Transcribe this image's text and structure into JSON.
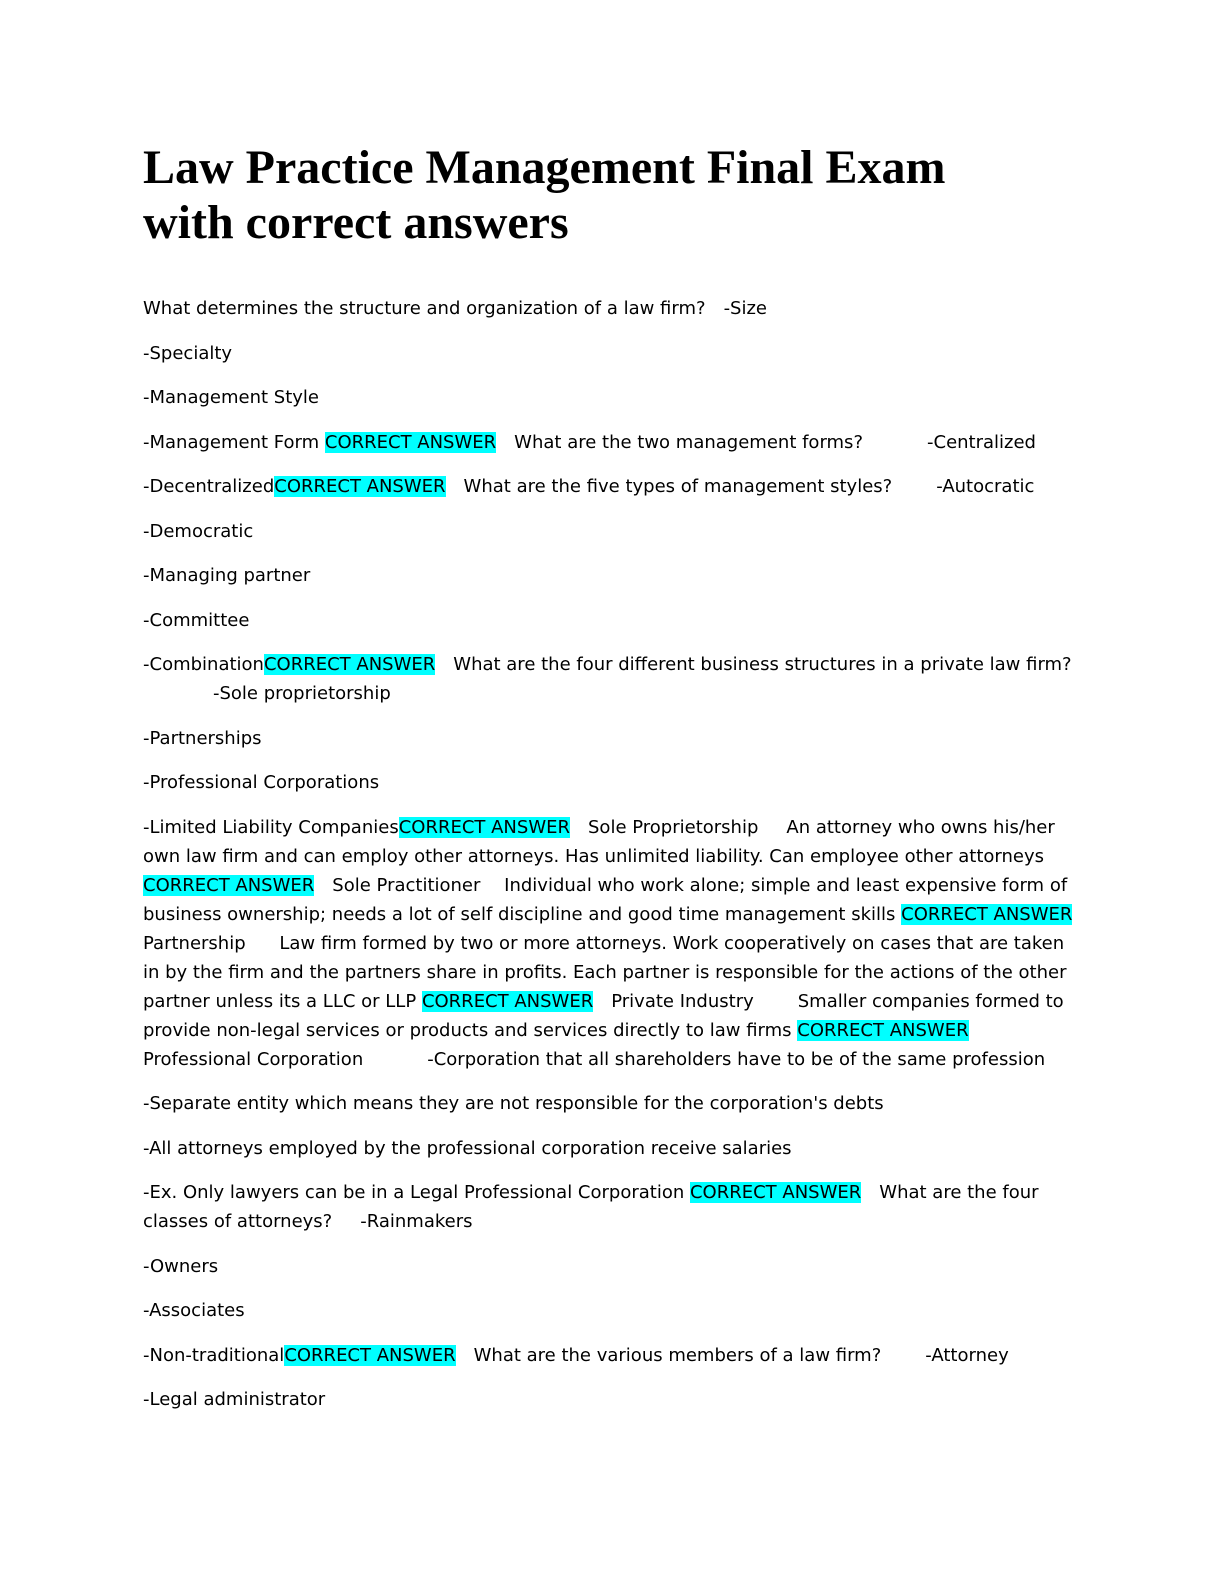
{
  "title": {
    "line1": "Law Practice Management Final Exam",
    "line2": "with correct answers"
  },
  "marker": "CORRECT ANSWER",
  "paras": {
    "p1_q": "What determines the structure and organization of a law firm?",
    "p1_a": "-Size",
    "p2": "-Specialty",
    "p3": "-Management Style",
    "p4_a": "-Management Form",
    "p4_q": "What are the two management forms?",
    "p4_b": "-Centralized",
    "p5_a": "-Decentralized",
    "p5_q": "What are the five types of management styles?",
    "p5_b": "-Autocratic",
    "p6": "-Democratic",
    "p7": "-Managing partner",
    "p8": "-Committee",
    "p9_a": "-Combination",
    "p9_q": "What are the four different business structures in a private law firm?",
    "p9_b": "-Sole proprietorship",
    "p10": "-Partnerships",
    "p11": "-Professional Corporations",
    "p12_a": "-Limited Liability Companies",
    "p12_t1": "Sole Proprietorship",
    "p12_d1": "An attorney who owns his/her own law firm and can employ other attorneys. Has unlimited liability. Can employee other attorneys",
    "p12_t2": "Sole Practitioner",
    "p12_d2": "Individual who work alone; simple and least expensive form of business ownership; needs a lot of self discipline and good time management skills",
    "p12_t3": "Partnership",
    "p12_d3": "Law firm formed by two or more attorneys. Work cooperatively on cases that are taken in by the firm and the partners share in profits. Each partner is responsible for the actions of the other partner unless its a LLC or LLP",
    "p12_t4": "Private Industry",
    "p12_d4": "Smaller companies formed to provide non-legal services or products and services directly to law firms",
    "p12_t5": "Professional Corporation",
    "p12_d5": "-Corporation that all shareholders have to be of the same profession",
    "p13": "-Separate entity which means they are not responsible for the corporation's debts",
    "p14": "-All attorneys employed by the professional corporation receive salaries",
    "p15_a": "-Ex. Only lawyers can be in a Legal Professional Corporation",
    "p15_q": "What are the four classes of attorneys?",
    "p15_b": "-Rainmakers",
    "p16": "-Owners",
    "p17": "-Associates",
    "p18_a": "-Non-traditional",
    "p18_q": "What are the various members of a law firm?",
    "p18_b": "-Attorney",
    "p19": "-Legal administrator"
  },
  "colors": {
    "highlight": "#00ffff",
    "text": "#000000"
  }
}
